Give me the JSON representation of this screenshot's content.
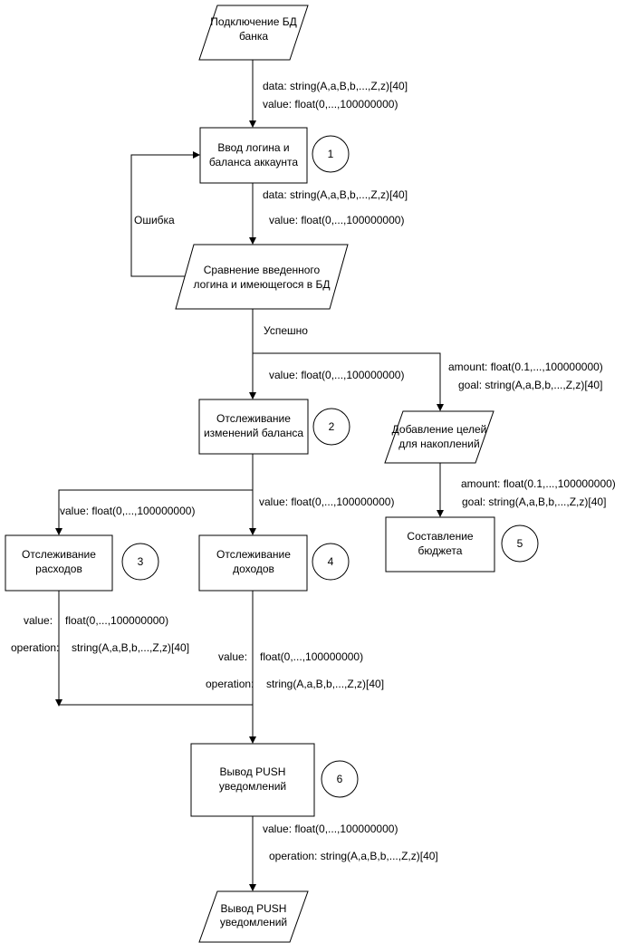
{
  "nodes": {
    "db_connect": {
      "line1": "Подключение БД",
      "line2": "банка"
    },
    "login_input": {
      "line1": "Ввод логина и",
      "line2": "баланса аккаунта",
      "number": "1"
    },
    "compare": {
      "line1": "Сравнение введенного",
      "line2": "логина и имеющегося в БД"
    },
    "balance_track": {
      "line1": "Отслеживание",
      "line2": "изменений баланса",
      "number": "2"
    },
    "goals": {
      "line1": "Добавление целей",
      "line2": "для накоплений"
    },
    "expenses": {
      "line1": "Отслеживание",
      "line2": "расходов",
      "number": "3"
    },
    "income": {
      "line1": "Отслеживание",
      "line2": "доходов",
      "number": "4"
    },
    "budget": {
      "line1": "Составление",
      "line2": "бюджета",
      "number": "5"
    },
    "push": {
      "line1": "Вывод PUSH",
      "line2": "уведомлений",
      "number": "6"
    },
    "push_out": {
      "line1": "Вывод PUSH",
      "line2": "уведомлений"
    }
  },
  "edge_labels": {
    "e1_data": "data: string(A,a,B,b,...,Z,z)[40]",
    "e1_value": "value: float(0,...,100000000)",
    "e2_data": "data: string(A,a,B,b,...,Z,z)[40]",
    "e2_value": "value: float(0,...,100000000)",
    "error": "Ошибка",
    "success": "Успешно",
    "e3_value": "value: float(0,...,100000000)",
    "goal_amount": "amount: float(0.1,...,100000000)",
    "goal_goal": "goal: string(A,a,B,b,...,Z,z)[40]",
    "budget_amount": "amount: float(0.1,...,100000000)",
    "budget_goal": "goal: string(A,a,B,b,...,Z,z)[40]",
    "exp_value": "value: float(0,...,100000000)",
    "inc_value": "value: float(0,...,100000000)",
    "exp_out_value_key": "value:",
    "exp_out_value_val": "float(0,...,100000000)",
    "exp_out_op_key": "operation:",
    "exp_out_op_val": "string(A,a,B,b,...,Z,z)[40]",
    "inc_out_value_key": "value:",
    "inc_out_value_val": "float(0,...,100000000)",
    "inc_out_op_key": "operation:",
    "inc_out_op_val": "string(A,a,B,b,...,Z,z)[40]",
    "push_value": "value: float(0,...,100000000)",
    "push_op": "operation: string(A,a,B,b,...,Z,z)[40]"
  }
}
